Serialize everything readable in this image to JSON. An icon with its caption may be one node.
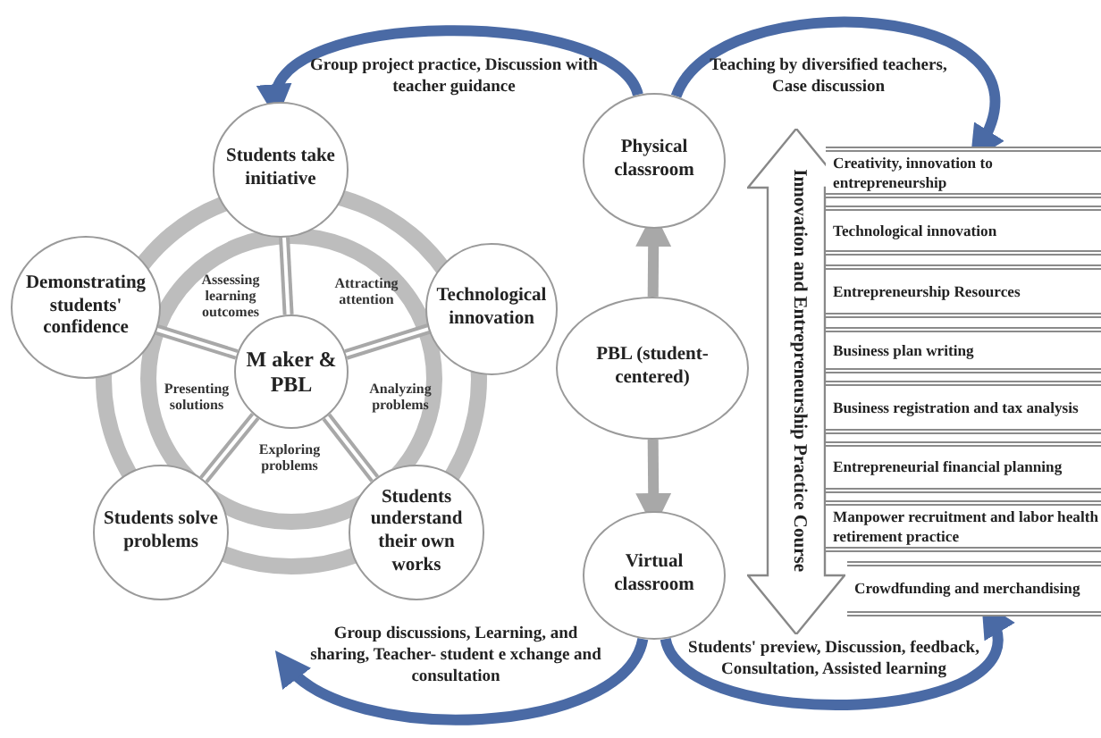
{
  "diagram": {
    "nodes": [
      {
        "text": [
          "Students take initiative"
        ]
      },
      {
        "text": [
          "Technological innovation"
        ]
      },
      {
        "text": [
          "Students understand their own works"
        ]
      },
      {
        "text": [
          "Students solve problems"
        ]
      },
      {
        "text": [
          "Demonstrating students' confidence"
        ]
      },
      {
        "text": [
          "M aker & PBL"
        ]
      },
      {
        "text": [
          "Physical classroom"
        ]
      },
      {
        "text": [
          "PBL (student-centered)"
        ]
      },
      {
        "text": [
          "Virtual classroom"
        ]
      },
      {
        "text": [
          "Innovation and Entrepreneurship Practice Course"
        ]
      },
      {
        "text": [
          "Creativity, innovation to entrepreneurship"
        ]
      },
      {
        "text": [
          "Technological innovation"
        ]
      },
      {
        "text": [
          "Entrepreneurship Resources"
        ]
      },
      {
        "text": [
          "Business plan writing"
        ]
      },
      {
        "text": [
          "Business registration and tax analysis"
        ]
      },
      {
        "text": [
          "Entrepreneurial financial planning"
        ]
      },
      {
        "text": [
          "Manpower recruitment and labor health retirement practice"
        ]
      },
      {
        "text": [
          "Crowdfunding and merchandising"
        ]
      }
    ],
    "edges": [
      {
        "from": 5,
        "to": 0,
        "arrow": "none"
      },
      {
        "from": 5,
        "to": 1,
        "arrow": "none"
      },
      {
        "from": 5,
        "to": 2,
        "arrow": "none"
      },
      {
        "from": 5,
        "to": 3,
        "arrow": "none"
      },
      {
        "from": 5,
        "to": 4,
        "arrow": "none"
      },
      {
        "from": 7,
        "to": 6,
        "arrow": "to"
      },
      {
        "from": 7,
        "to": 8,
        "arrow": "to"
      },
      {
        "from": 6,
        "to": 0,
        "arrow": "to",
        "color": "#4a6aa5",
        "label": "Group project practice, Discussion with teacher guidance"
      },
      {
        "from": 6,
        "to": 10,
        "arrow": "to",
        "color": "#4a6aa5",
        "label": "Teaching by diversified teachers, Case discussion"
      },
      {
        "from": 8,
        "to": null,
        "arrow": "to",
        "color": "#4a6aa5",
        "label": "Group discussions, Learning, and sharing, Teacher- student e xchange and consultation"
      },
      {
        "from": 8,
        "to": 17,
        "arrow": "to",
        "color": "#4a6aa5",
        "label": "Students' preview, Discussion, feedback, Consultation, Assisted learning"
      }
    ],
    "labels": [
      "Assessing learning outcomes",
      "Attracting attention",
      "Presenting solutions",
      "Analyzing problems",
      "Exploring problems"
    ]
  }
}
